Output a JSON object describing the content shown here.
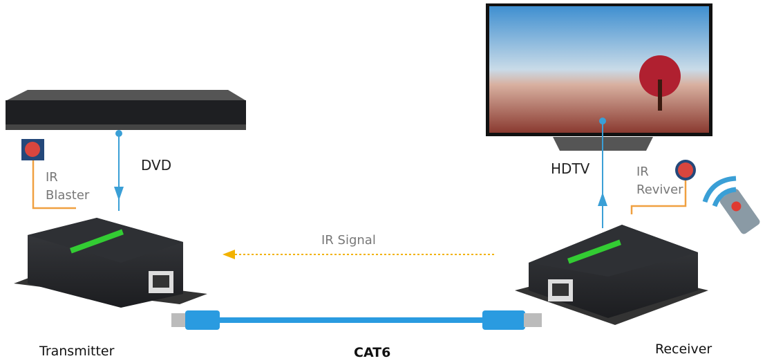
{
  "labels": {
    "dvd": "DVD",
    "hdtv": "HDTV",
    "ir_blaster_1": "IR",
    "ir_blaster_2": "Blaster",
    "ir_receiver_1": "IR",
    "ir_receiver_2": "Reviver",
    "ir_signal": "IR Signal",
    "cat6": "CAT6",
    "transmitter": "Transmitter",
    "receiver": "Receiver"
  },
  "colors": {
    "signal": "#3a9fd6",
    "ir_line": "#f0a040",
    "ir_signal": "#f2b200",
    "cable": "#2a9be0",
    "device": "#2b2d30"
  }
}
